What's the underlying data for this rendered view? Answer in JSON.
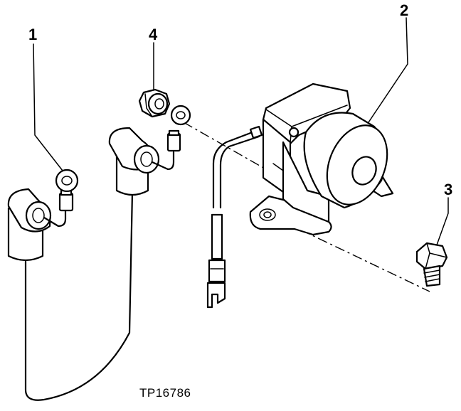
{
  "callouts": {
    "c1": "1",
    "c2": "2",
    "c3": "3",
    "c4": "4"
  },
  "reference": "TP16786"
}
